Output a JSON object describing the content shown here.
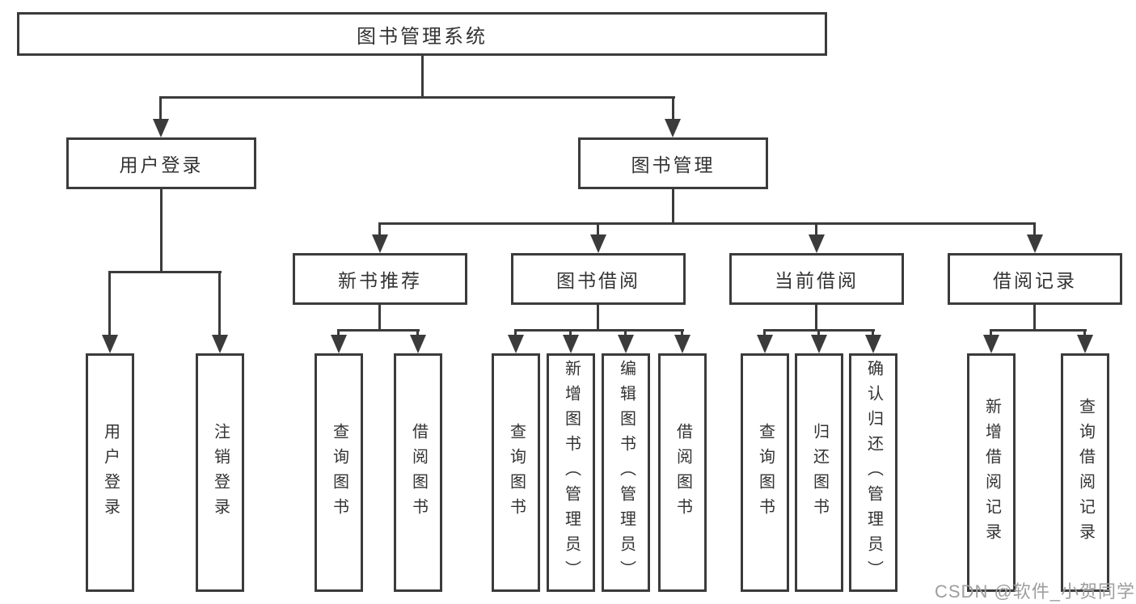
{
  "diagram": {
    "root": "图书管理系统",
    "branches": [
      {
        "label": "用户登录",
        "children": [
          "用户登录",
          "注销登录"
        ]
      },
      {
        "label": "图书管理",
        "children": [
          {
            "label": "新书推荐",
            "children": [
              "查询图书",
              "借阅图书"
            ]
          },
          {
            "label": "图书借阅",
            "children": [
              "查询图书",
              "新增图书（管理员）",
              "编辑图书（管理员）",
              "借阅图书"
            ]
          },
          {
            "label": "当前借阅",
            "children": [
              "查询图书",
              "归还图书",
              "确认归还（管理员）"
            ]
          },
          {
            "label": "借阅记录",
            "children": [
              "新增借阅记录",
              "查询借阅记录"
            ]
          }
        ]
      }
    ],
    "watermark": "CSDN @软件_小贺同学",
    "colors": {
      "line": "#3b3b3b",
      "text": "#333333",
      "watermark": "#9e9e9e",
      "background": "#ffffff"
    }
  }
}
